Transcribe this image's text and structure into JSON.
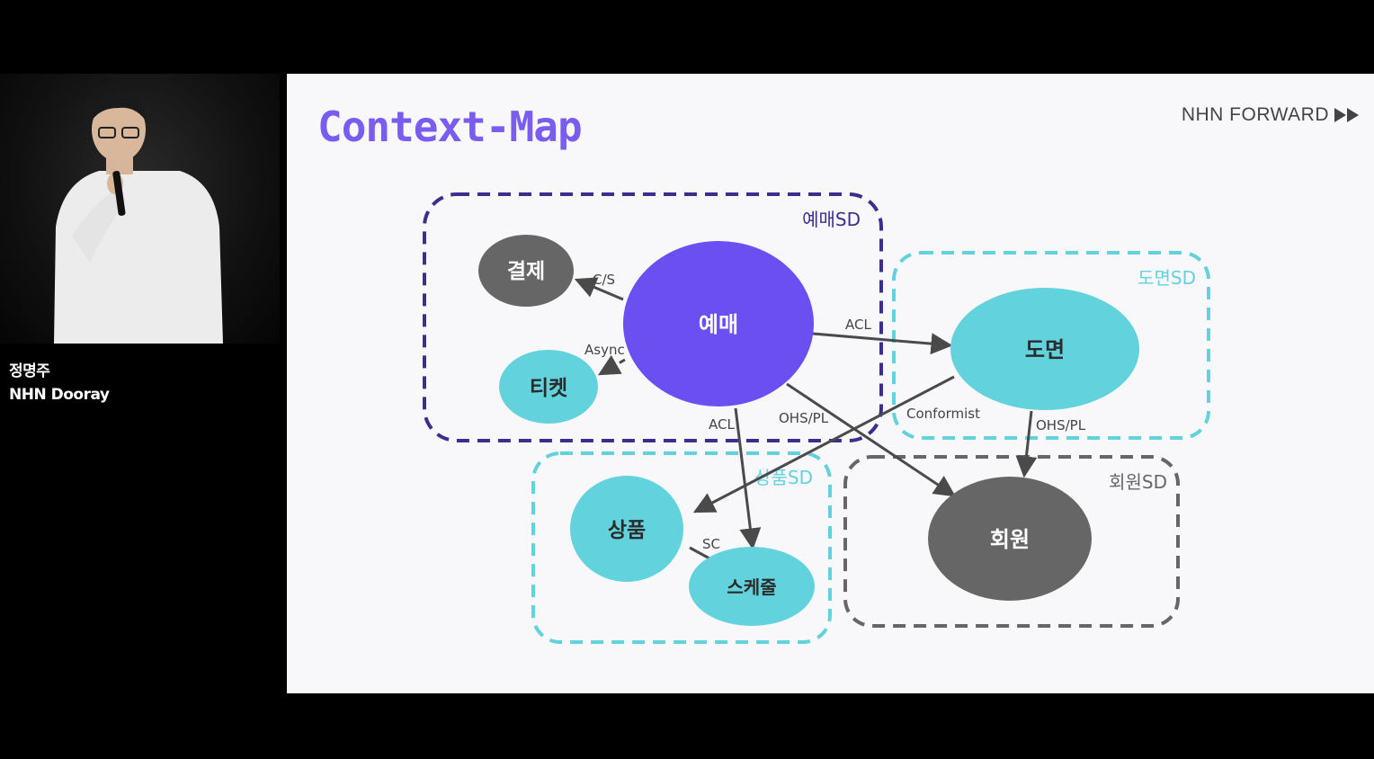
{
  "speaker": {
    "name": "정명주",
    "org": "NHN Dooray"
  },
  "slide": {
    "title": "Context-Map",
    "brand": "NHN FORWARD"
  },
  "diagram": {
    "domains": {
      "yemae": "예매SD",
      "domyeon": "도면SD",
      "sangpum": "상품SD",
      "hoewon": "회원SD"
    },
    "contexts": {
      "yemae": "예매",
      "gyeolje": "결제",
      "ticket": "티켓",
      "domyeon": "도면",
      "sangpum": "상품",
      "schedule": "스케줄",
      "hoewon": "회원"
    },
    "relations": {
      "cs": "C/S",
      "async": "Async",
      "acl_domyeon": "ACL",
      "acl_schedule": "ACL",
      "ohspl_hoewon": "OHS/PL",
      "conformist": "Conformist",
      "ohspl_domyeon": "OHS/PL",
      "sc": "SC"
    }
  },
  "colors": {
    "purple": "#6c4ff0",
    "teal": "#62d2dc",
    "gray": "#666666",
    "navy": "#3a2f8c"
  }
}
